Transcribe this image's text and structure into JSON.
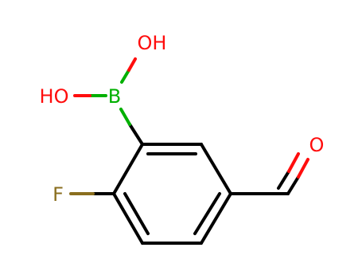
{
  "molecule": {
    "atoms": {
      "oh_top": {
        "text": "OH",
        "color": "#ff0d0d"
      },
      "ho_left": {
        "text": "HO",
        "color": "#ff0d0d"
      },
      "boron": {
        "text": "B",
        "color": "#00b000"
      },
      "oxygen": {
        "text": "O",
        "color": "#ff0d0d"
      },
      "fluorine": {
        "text": "F",
        "color": "#8a6e1e"
      }
    },
    "colors": {
      "bond": "#000000",
      "background": "#ffffff"
    }
  }
}
